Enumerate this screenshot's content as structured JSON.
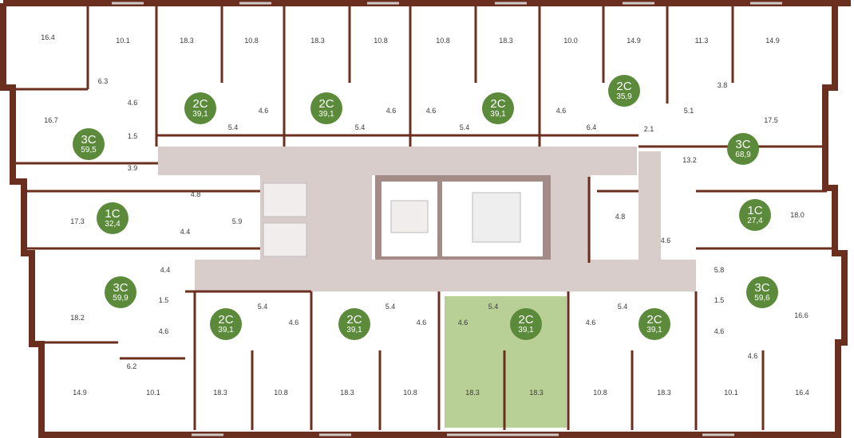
{
  "colors": {
    "wall": "#6b2f1f",
    "corridor": "#d9cdcb",
    "selected": "#b8cf95",
    "badge": "#5b8a3a",
    "core": "#a38c87"
  },
  "apartments": [
    {
      "type": "3С",
      "area": "59,5"
    },
    {
      "type": "2С",
      "area": "39,1"
    },
    {
      "type": "2С",
      "area": "39,1"
    },
    {
      "type": "2С",
      "area": "39,1"
    },
    {
      "type": "2С",
      "area": "35,9"
    },
    {
      "type": "3С",
      "area": "68,9"
    },
    {
      "type": "1С",
      "area": "32,4"
    },
    {
      "type": "1С",
      "area": "27,4"
    },
    {
      "type": "3С",
      "area": "59,9"
    },
    {
      "type": "2С",
      "area": "39,1"
    },
    {
      "type": "2С",
      "area": "39,1"
    },
    {
      "type": "2С",
      "area": "39,1"
    },
    {
      "type": "2С",
      "area": "39,1"
    },
    {
      "type": "3С",
      "area": "59,6"
    }
  ],
  "rooms": [
    "16.4",
    "10.1",
    "6.3",
    "4.6",
    "18.3",
    "10.8",
    "5.4",
    "4.6",
    "18.3",
    "10.8",
    "5.4",
    "4.6",
    "10.8",
    "18.3",
    "4.6",
    "5.4",
    "10.0",
    "14.9",
    "4.6",
    "6.4",
    "11.3",
    "14.9",
    "3.8",
    "5.1",
    "16.7",
    "1.5",
    "3.9",
    "2.1",
    "17.5",
    "13.2",
    "4.8",
    "17.3",
    "4.4",
    "5.9",
    "4.8",
    "18.0",
    "4.6",
    "4.4",
    "1.5",
    "5.8",
    "1.5",
    "18.2",
    "4.6",
    "6.2",
    "5.4",
    "4.6",
    "5.4",
    "4.6",
    "5.4",
    "4.6",
    "5.4",
    "4.6",
    "16.6",
    "4.6",
    "4.6",
    "14.9",
    "10.1",
    "18.3",
    "10.8",
    "18.3",
    "10.8",
    "18.3",
    "18.3",
    "10.8",
    "18.3",
    "10.1",
    "16.4"
  ]
}
